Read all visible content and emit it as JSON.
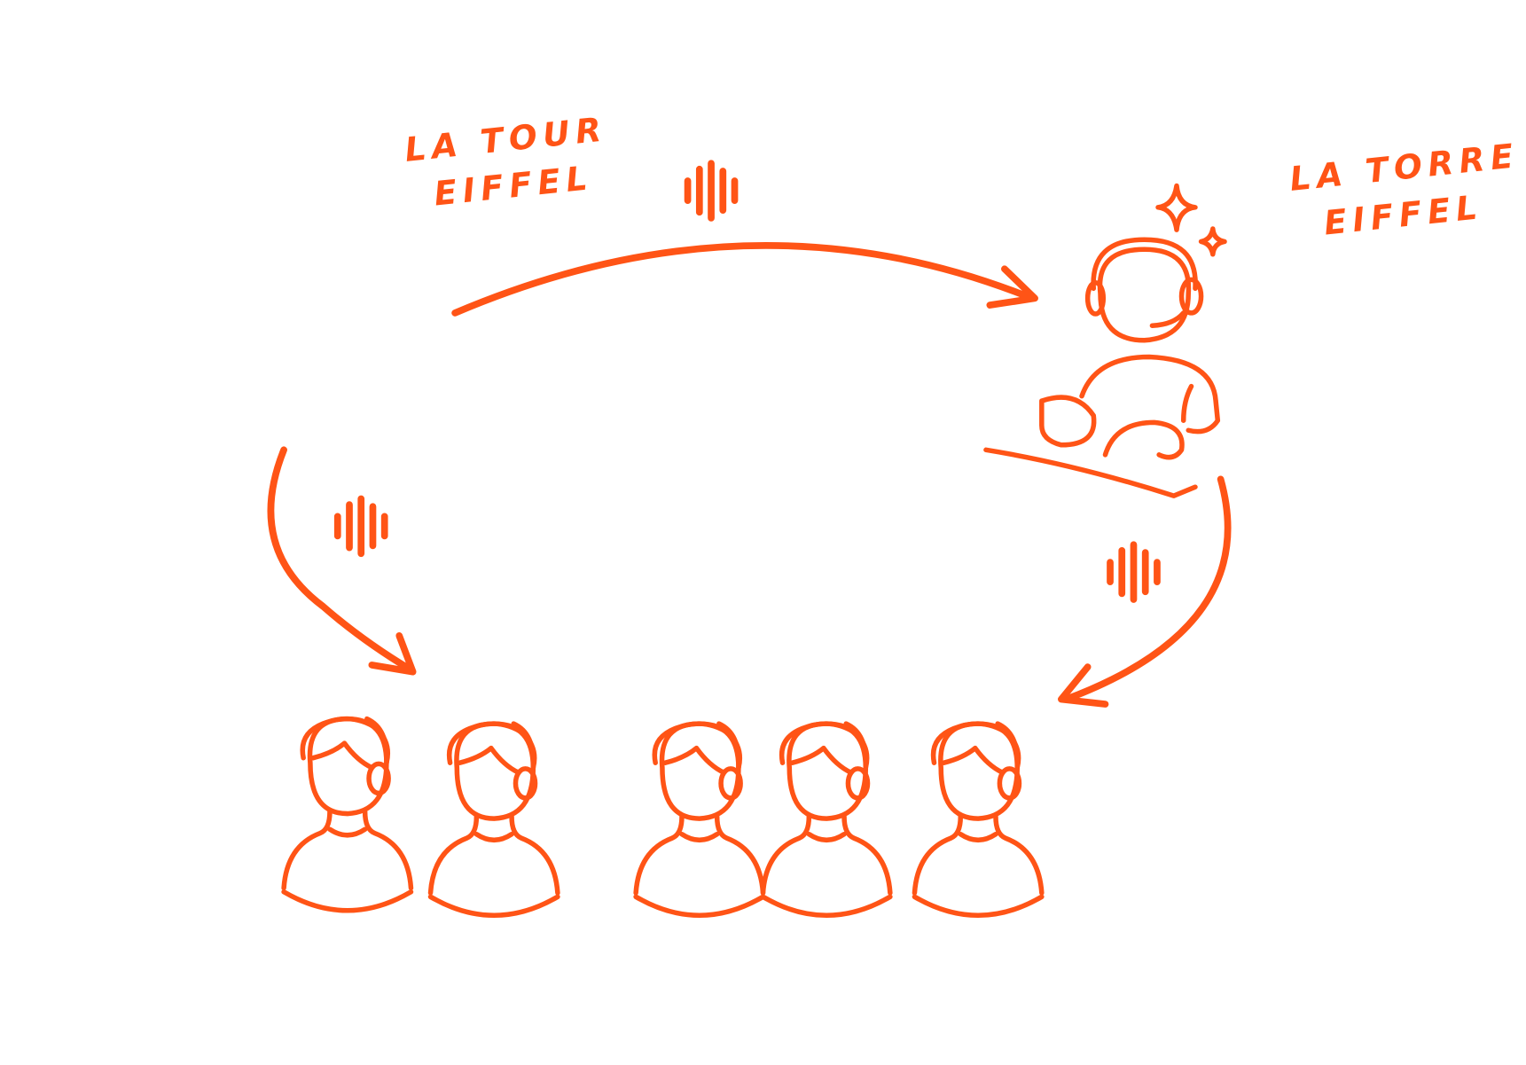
{
  "labels": {
    "source_language_line1": "LA TOUR",
    "source_language_line2": "EIFFEL",
    "target_language_line1": "LA TORRE",
    "target_language_line2": "EIFFEL"
  },
  "colors": {
    "ink": "#ff5416",
    "background": "#ffffff"
  },
  "icons": [
    "sound-wave-icon",
    "interpreter-with-headset-icon",
    "sparkle-icon",
    "listener-with-headset-icon",
    "arrow-icon"
  ],
  "listeners_count": 5
}
